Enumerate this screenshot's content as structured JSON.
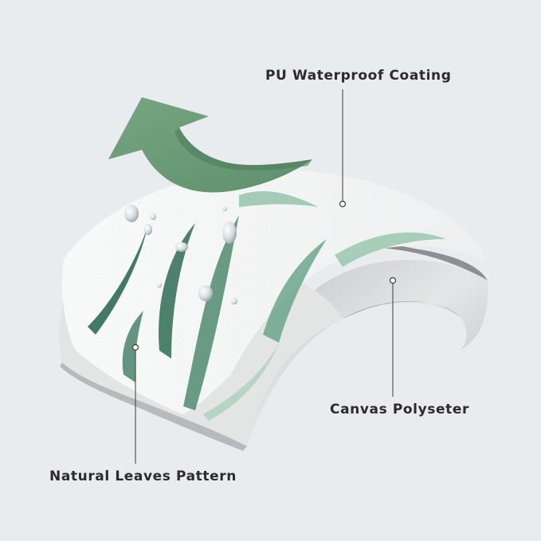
{
  "labels": {
    "pu_coating": "PU Waterproof Coating",
    "canvas": "Canvas Polyseter",
    "leaves": "Natural Leaves Pattern"
  },
  "icons": {
    "arrow": "curved-arrow-icon",
    "droplets": "water-droplet-icon"
  },
  "colors": {
    "background": "#e9ecee",
    "arrow_green": "#6e9b78",
    "leaf_dark": "#2f6b55",
    "leaf_light": "#8fc1a6",
    "fabric_white": "#f7f8f8",
    "fabric_grey": "#c9cbcc",
    "text": "#2b2b2b"
  }
}
